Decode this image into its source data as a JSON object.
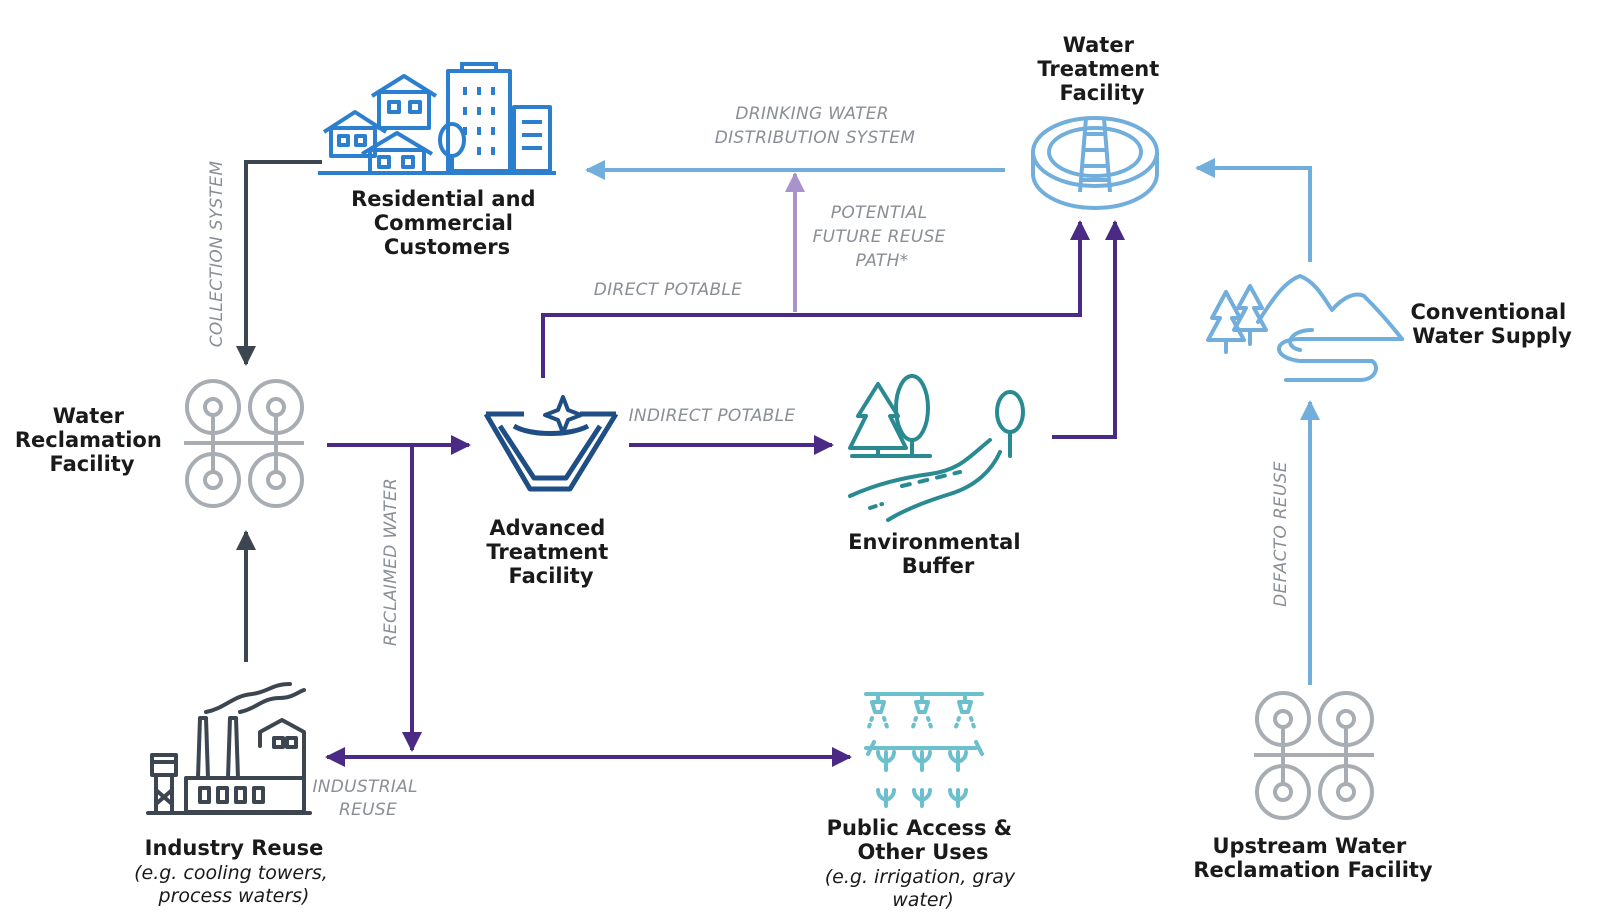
{
  "nodes": {
    "residential": {
      "lines": [
        "Residential and",
        "Commercial",
        "Customers"
      ]
    },
    "water_treatment": {
      "lines": [
        "Water",
        "Treatment",
        "Facility"
      ]
    },
    "water_reclamation": {
      "lines": [
        "Water",
        "Reclamation",
        "Facility"
      ]
    },
    "advanced_treatment": {
      "lines": [
        "Advanced",
        "Treatment",
        "Facility"
      ]
    },
    "environmental_buffer": {
      "lines": [
        "Environmental",
        "Buffer"
      ]
    },
    "conventional_supply": {
      "lines": [
        "Conventional",
        "Water Supply"
      ]
    },
    "industry_reuse": {
      "lines": [
        "Industry Reuse"
      ],
      "sub": [
        "(e.g. cooling towers,",
        "process waters)"
      ]
    },
    "public_access": {
      "lines": [
        "Public Access &",
        "Other Uses"
      ],
      "sub": [
        "(e.g. irrigation, gray",
        "water)"
      ]
    },
    "upstream_reclamation": {
      "lines": [
        "Upstream Water",
        "Reclamation Facility"
      ]
    }
  },
  "flows": {
    "drinking_water": [
      "DRINKING WATER",
      "DISTRIBUTION SYSTEM"
    ],
    "potential_future": [
      "POTENTIAL",
      "FUTURE REUSE",
      "PATH*"
    ],
    "direct_potable": "DIRECT POTABLE",
    "indirect_potable": "INDIRECT POTABLE",
    "collection_system": "COLLECTION SYSTEM",
    "reclaimed_water": "RECLAIMED WATER",
    "industrial_reuse": [
      "INDUSTRIAL",
      "REUSE"
    ],
    "defacto_reuse": "DEFACTO REUSE"
  },
  "colors": {
    "purple": "#4b2a86",
    "light_purple": "#a993cb",
    "light_blue": "#72aedb",
    "dark_gray": "#3d4650",
    "icon_gray": "#a8adb3",
    "navy": "#1f4e85",
    "teal": "#2a8a92",
    "bright_blue": "#2b7fce",
    "light_teal": "#6cc0cc",
    "label_gray": "#8a8f96"
  }
}
